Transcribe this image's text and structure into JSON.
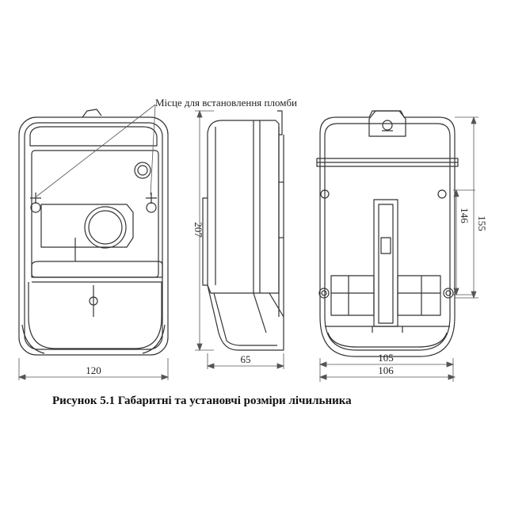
{
  "annotation": {
    "seal_place": "Місце для встановлення пломби"
  },
  "dimensions": {
    "front_width": "120",
    "side_height": "207",
    "side_depth": "65",
    "rear_height_inner": "146",
    "rear_height_outer": "155",
    "rear_width_inner": "105",
    "rear_width_outer": "106"
  },
  "caption": "Рисунок 5.1 Габаритні та установчі розміри лічильника",
  "colors": {
    "line": "#333333",
    "dim_line": "#555555"
  }
}
